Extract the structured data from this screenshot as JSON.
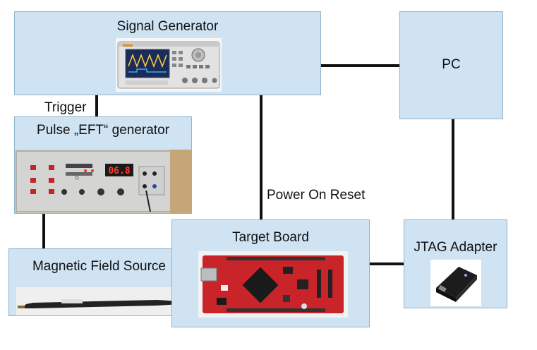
{
  "blocks": {
    "signal_generator": "Signal Generator",
    "pc": "PC",
    "pulse_generator": "Pulse „EFT“ generator",
    "magnetic_source": "Magnetic Field Source",
    "target_board": "Target Board",
    "jtag_adapter": "JTAG Adapter"
  },
  "connections": {
    "trigger": "Trigger",
    "power_on_reset": "Power On Reset"
  },
  "device_readouts": {
    "eft_display": "06.8"
  },
  "colors": {
    "box_fill": "#cfe3f3",
    "box_border": "#8fb3cc",
    "line": "#111111"
  }
}
